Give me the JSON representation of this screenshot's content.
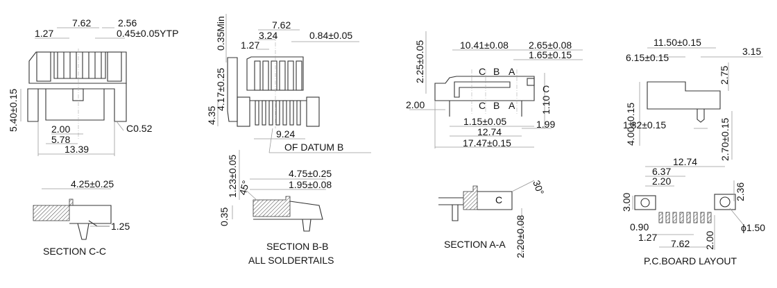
{
  "view_cc": {
    "dims": [
      "7.62",
      "2.56",
      "1.27",
      "0.45±0.05YTP",
      "5.40±0.15",
      "2.00",
      "5.78",
      "13.39",
      "C0.52"
    ],
    "section": {
      "dims": [
        "4.25±0.25",
        "1.25"
      ],
      "caption": "SECTION C-C"
    }
  },
  "view_bb": {
    "dims": [
      "0.35Min",
      "7.62",
      "3.24",
      "1.27",
      "0.84±0.05",
      "4.17±0.25",
      "4.35",
      "9.24",
      "OF DATUM B"
    ],
    "section": {
      "dims": [
        "1.23±0.05",
        "45°",
        "4.75±0.25",
        "1.95±0.08",
        "0.35"
      ],
      "caption": "SECTION B-B",
      "caption2": "ALL SOLDERTAILS"
    }
  },
  "view_aa": {
    "dims": [
      "2.25±0.05",
      "10.41±0.08",
      "2.65±0.08",
      "1.65±0.15",
      "2.00",
      "1.15±0.05",
      "12.74",
      "17.47±0.15",
      "1.10",
      "1.99"
    ],
    "section_marks": [
      "C",
      "B",
      "A",
      "C"
    ],
    "section": {
      "dims": [
        "30°",
        "2.20±0.08"
      ],
      "label": "C",
      "caption": "SECTION A-A"
    }
  },
  "side_view": {
    "dims": [
      "11.50±0.15",
      "6.15±0.15",
      "3.15",
      "2.75",
      "4.00±0.15",
      "1.82±0.15",
      "2.70±0.15"
    ]
  },
  "pcb_layout": {
    "dims": [
      "12.74",
      "6.37",
      "2.20",
      "3.00",
      "2.36",
      "0.90",
      "1.27",
      "7.62",
      "2.00",
      "ϕ1.50"
    ],
    "caption": "P.C.BOARD LAYOUT"
  }
}
